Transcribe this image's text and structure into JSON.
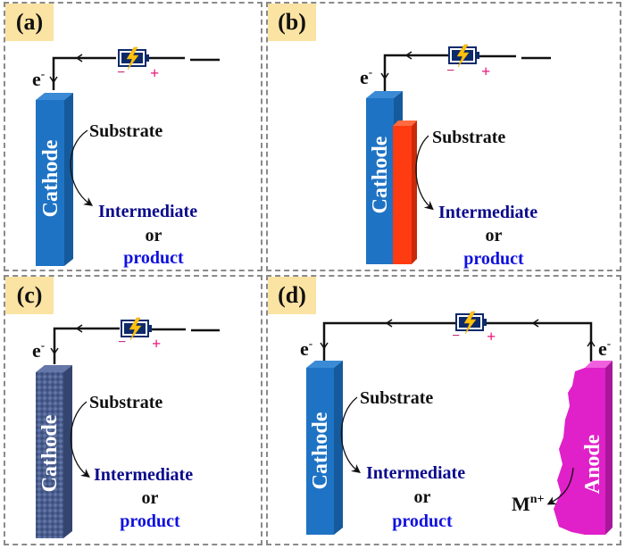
{
  "panels": [
    {
      "id": "a",
      "label": "(a)",
      "cathode": "Cathode",
      "substrate": "Substrate",
      "intermediate": "Intermediate",
      "or": "or",
      "product": "product",
      "electron": "e",
      "electron_sup": "-",
      "cathode_style": "plain"
    },
    {
      "id": "b",
      "label": "(b)",
      "cathode": "Cathode",
      "substrate": "Substrate",
      "intermediate": "Intermediate",
      "or": "or",
      "product": "product",
      "electron": "e",
      "electron_sup": "-",
      "cathode_style": "coated"
    },
    {
      "id": "c",
      "label": "(c)",
      "cathode": "Cathode",
      "substrate": "Substrate",
      "intermediate": "Intermediate",
      "or": "or",
      "product": "product",
      "electron": "e",
      "electron_sup": "-",
      "cathode_style": "porous"
    },
    {
      "id": "d",
      "label": "(d)",
      "cathode": "Cathode",
      "anode": "Anode",
      "substrate": "Substrate",
      "intermediate": "Intermediate",
      "or": "or",
      "product": "product",
      "electron": "e",
      "electron_sup": "-",
      "ion": "M",
      "ion_sup": "n+",
      "cathode_style": "sacrificial-anode"
    }
  ],
  "battery": {
    "minus": "−",
    "plus": "+"
  },
  "colors": {
    "cathode": "#1f73c4",
    "cathode_side": "#155a9c",
    "cathode_top": "#3a8ad6",
    "coating": "#ff3b12",
    "coating_side": "#c92a08",
    "porous": "#4a5f93",
    "anode": "#e020c8",
    "anode_side": "#a8179a",
    "intermediate": "#0a0a8c",
    "product": "#1010e0",
    "tag": "#fbe3a3",
    "battery_body": "#0d2a6b",
    "bolt": "#ffc20e",
    "plus": "#e8197a",
    "minus": "#c0307a"
  }
}
